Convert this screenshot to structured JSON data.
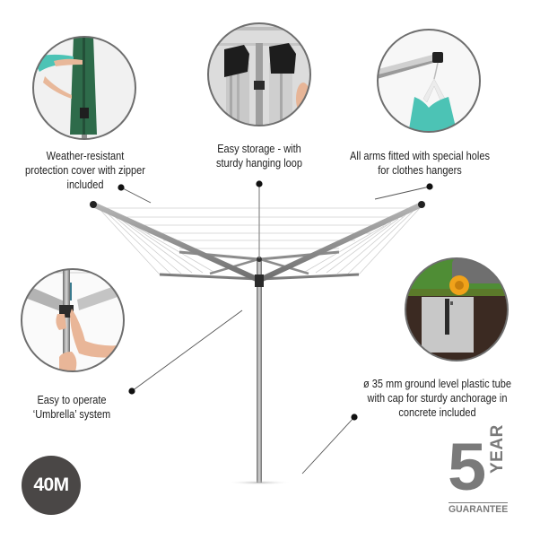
{
  "product": {
    "type": "rotary clothes dryer",
    "line_capacity": "40M",
    "guarantee": {
      "number": "5",
      "unit": "YEAR",
      "label": "GUARANTEE"
    }
  },
  "features": [
    {
      "id": "cover",
      "lines": [
        "Weather-resistant",
        "protection cover with zipper",
        "included"
      ],
      "image": "green-protection-cover-with-zipper"
    },
    {
      "id": "storage",
      "lines": [
        "Easy storage - with",
        "sturdy hanging loop"
      ],
      "image": "folded-dryer-hanging-loop"
    },
    {
      "id": "hangers",
      "lines": [
        "All arms fitted with special holes",
        "for clothes hangers"
      ],
      "image": "arm-end-with-hanger"
    },
    {
      "id": "umbrella",
      "lines": [
        "Easy to operate",
        "‘Umbrella’ system"
      ],
      "image": "hands-operating-umbrella-mechanism"
    },
    {
      "id": "ground-tube",
      "lines": [
        "ø 35 mm ground level plastic tube",
        "with cap for sturdy anchorage in",
        "concrete included"
      ],
      "image": "ground-tube-in-concrete"
    }
  ],
  "colors": {
    "badge_bg": "#4a4746",
    "guarantee_gray": "#7a7a7a",
    "circle_border": "#6e6e6e",
    "cover_green": "#2e6b4a",
    "shirt_teal": "#4cc3b5",
    "frame_gray": "#8a8a8a"
  }
}
